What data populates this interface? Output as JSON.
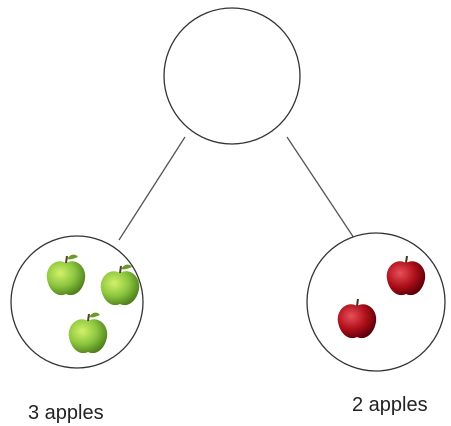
{
  "diagram": {
    "type": "number-bond",
    "whole_value": "",
    "parts": [
      {
        "label": "3 apples",
        "count": 3,
        "fruit": "green-apple",
        "color": "#8cc63f"
      },
      {
        "label": "2 apples",
        "count": 2,
        "fruit": "red-apple",
        "color": "#b0101a"
      }
    ],
    "colors": {
      "line": "#555555",
      "circle_border": "#333333",
      "background": "#ffffff"
    }
  }
}
